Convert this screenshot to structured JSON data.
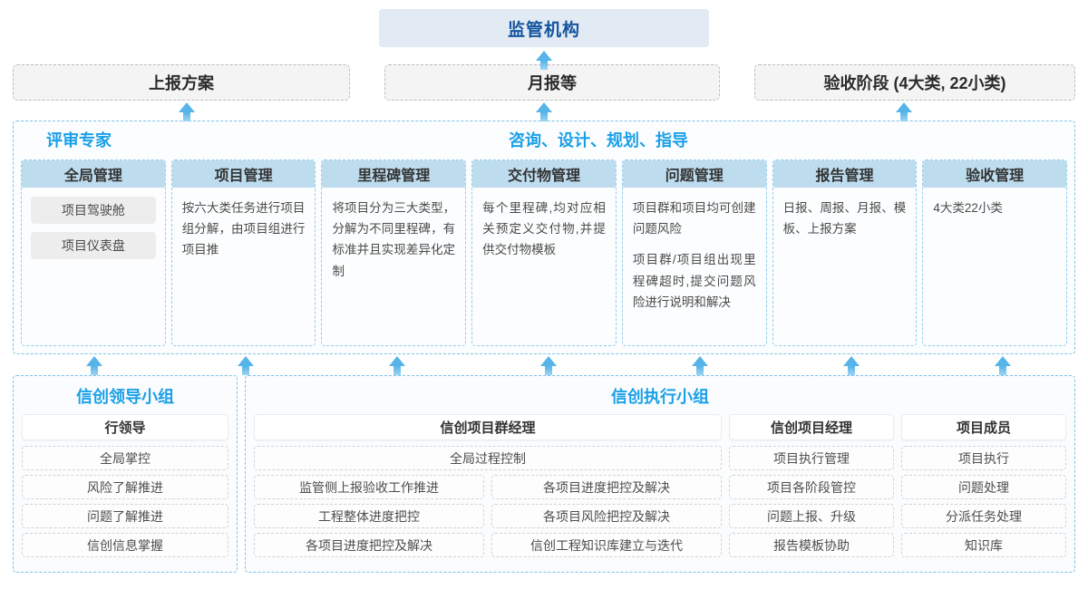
{
  "diagram": {
    "regulator": {
      "label": "监管机构"
    },
    "reports": [
      {
        "label": "上报方案"
      },
      {
        "label": "月报等"
      },
      {
        "label": "验收阶段 (4大类, 22小类)"
      }
    ],
    "platform": {
      "left_label": "评审专家",
      "center_label": "咨询、设计、规划、指导",
      "columns": [
        {
          "title": "全局管理",
          "type": "pills",
          "pills": [
            "项目驾驶舱",
            "项目仪表盘"
          ],
          "paragraphs": []
        },
        {
          "title": "项目管理",
          "type": "text",
          "pills": [],
          "paragraphs": [
            "按六大类任务进行项目组分解，由项目组进行项目推"
          ]
        },
        {
          "title": "里程碑管理",
          "type": "text",
          "pills": [],
          "paragraphs": [
            "将项目分为三大类型，分解为不同里程碑，有标准并且实现差异化定制"
          ]
        },
        {
          "title": "交付物管理",
          "type": "text",
          "pills": [],
          "paragraphs": [
            "每个里程碑,均对应相关预定义交付物,并提供交付物模板"
          ]
        },
        {
          "title": "问题管理",
          "type": "text",
          "pills": [],
          "paragraphs": [
            "项目群和项目均可创建问题风险",
            "项目群/项目组出现里程碑超时,提交问题风险进行说明和解决"
          ]
        },
        {
          "title": "报告管理",
          "type": "text",
          "pills": [],
          "paragraphs": [
            "日报、周报、月报、模板、上报方案"
          ]
        },
        {
          "title": "验收管理",
          "type": "text",
          "pills": [],
          "paragraphs": [
            "4大类22小类"
          ]
        }
      ]
    },
    "teams": {
      "leadership": {
        "title": "信创领导小组",
        "role": "行领导",
        "items": [
          "全局掌控",
          "风险了解推进",
          "问题了解推进",
          "信创信息掌握"
        ]
      },
      "execution": {
        "title": "信创执行小组",
        "program_manager": {
          "role": "信创项目群经理",
          "full_width_item": "全局过程控制",
          "left_items": [
            "监管侧上报验收工作推进",
            "工程整体进度把控",
            "各项目进度把控及解决"
          ],
          "right_items": [
            "各项目进度把控及解决",
            "各项目风险把控及解决",
            "信创工程知识库建立与迭代"
          ]
        },
        "project_manager": {
          "role": "信创项目经理",
          "items": [
            "项目执行管理",
            "项目各阶段管控",
            "问题上报、升级",
            "报告模板协助"
          ]
        },
        "project_member": {
          "role": "项目成员",
          "items": [
            "项目执行",
            "问题处理",
            "分派任务处理",
            "知识库"
          ]
        }
      }
    },
    "colors": {
      "accent_blue": "#1ba0e8",
      "dark_blue": "#14559e",
      "header_fill": "#bddcee",
      "regulator_fill": "#e2eaf4",
      "arrow": "#56b4e8",
      "pill_fill": "#ededed"
    }
  }
}
